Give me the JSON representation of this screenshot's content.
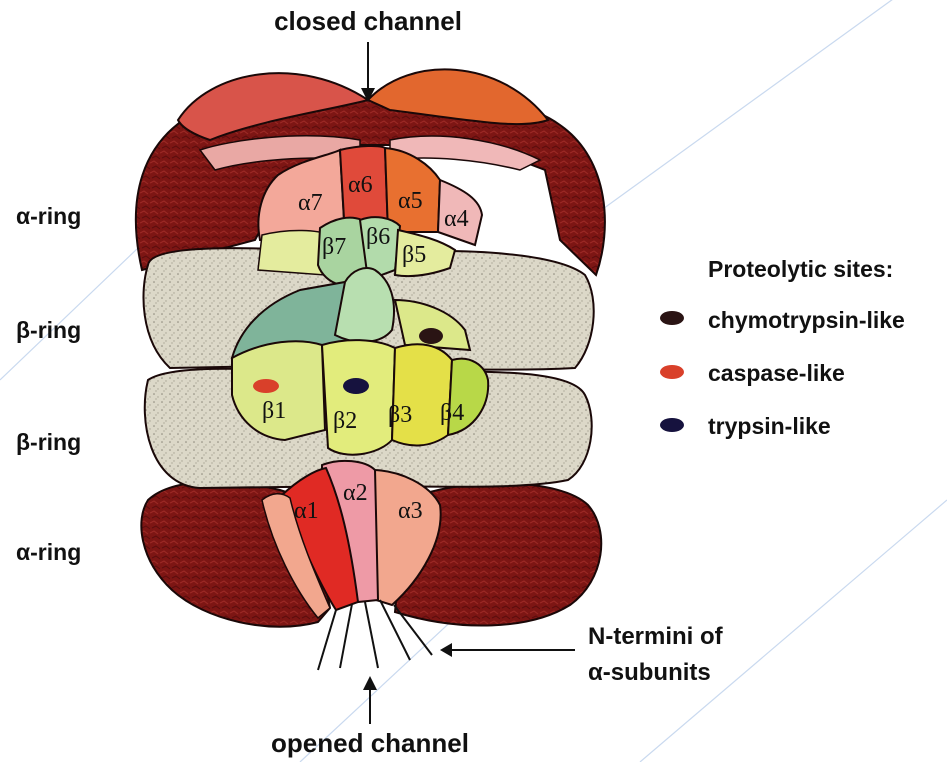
{
  "top_label": "closed channel",
  "bottom_label": "opened channel",
  "rings": [
    "α-ring",
    "β-ring",
    "β-ring",
    "α-ring"
  ],
  "top_alpha_subunits": [
    "α7",
    "α6",
    "α5",
    "α4"
  ],
  "top_beta_subunits": [
    "β7",
    "β6",
    "β5"
  ],
  "beta_subunits": [
    "β1",
    "β2",
    "β3",
    "β4"
  ],
  "bottom_alpha_subunits": [
    "α1",
    "α2",
    "α3"
  ],
  "legend": {
    "title": "Proteolytic sites:",
    "items": [
      {
        "label": "chymotrypsin-like",
        "color": "#2a1414"
      },
      {
        "label": "caspase-like",
        "color": "#d9402a"
      },
      {
        "label": "trypsin-like",
        "color": "#16123e"
      }
    ]
  },
  "n_termini_label": [
    "N-termini of",
    "α-subunits"
  ],
  "colors": {
    "alpha_ring": "#7d1614",
    "beta_ring": "#dcd8c8",
    "alpha7": "#f3a89a",
    "alpha6": "#e04a3a",
    "alpha5": "#e87030",
    "alpha4": "#f0b8b8",
    "beta7": "#a9d4a0",
    "beta1": "#dce88a",
    "beta2": "#e2ec7c",
    "beta3": "#e4e048",
    "beta4": "#b8d848",
    "alpha1": "#e02a24",
    "alpha2": "#ee9aa6",
    "alpha3": "#f2a78e"
  }
}
